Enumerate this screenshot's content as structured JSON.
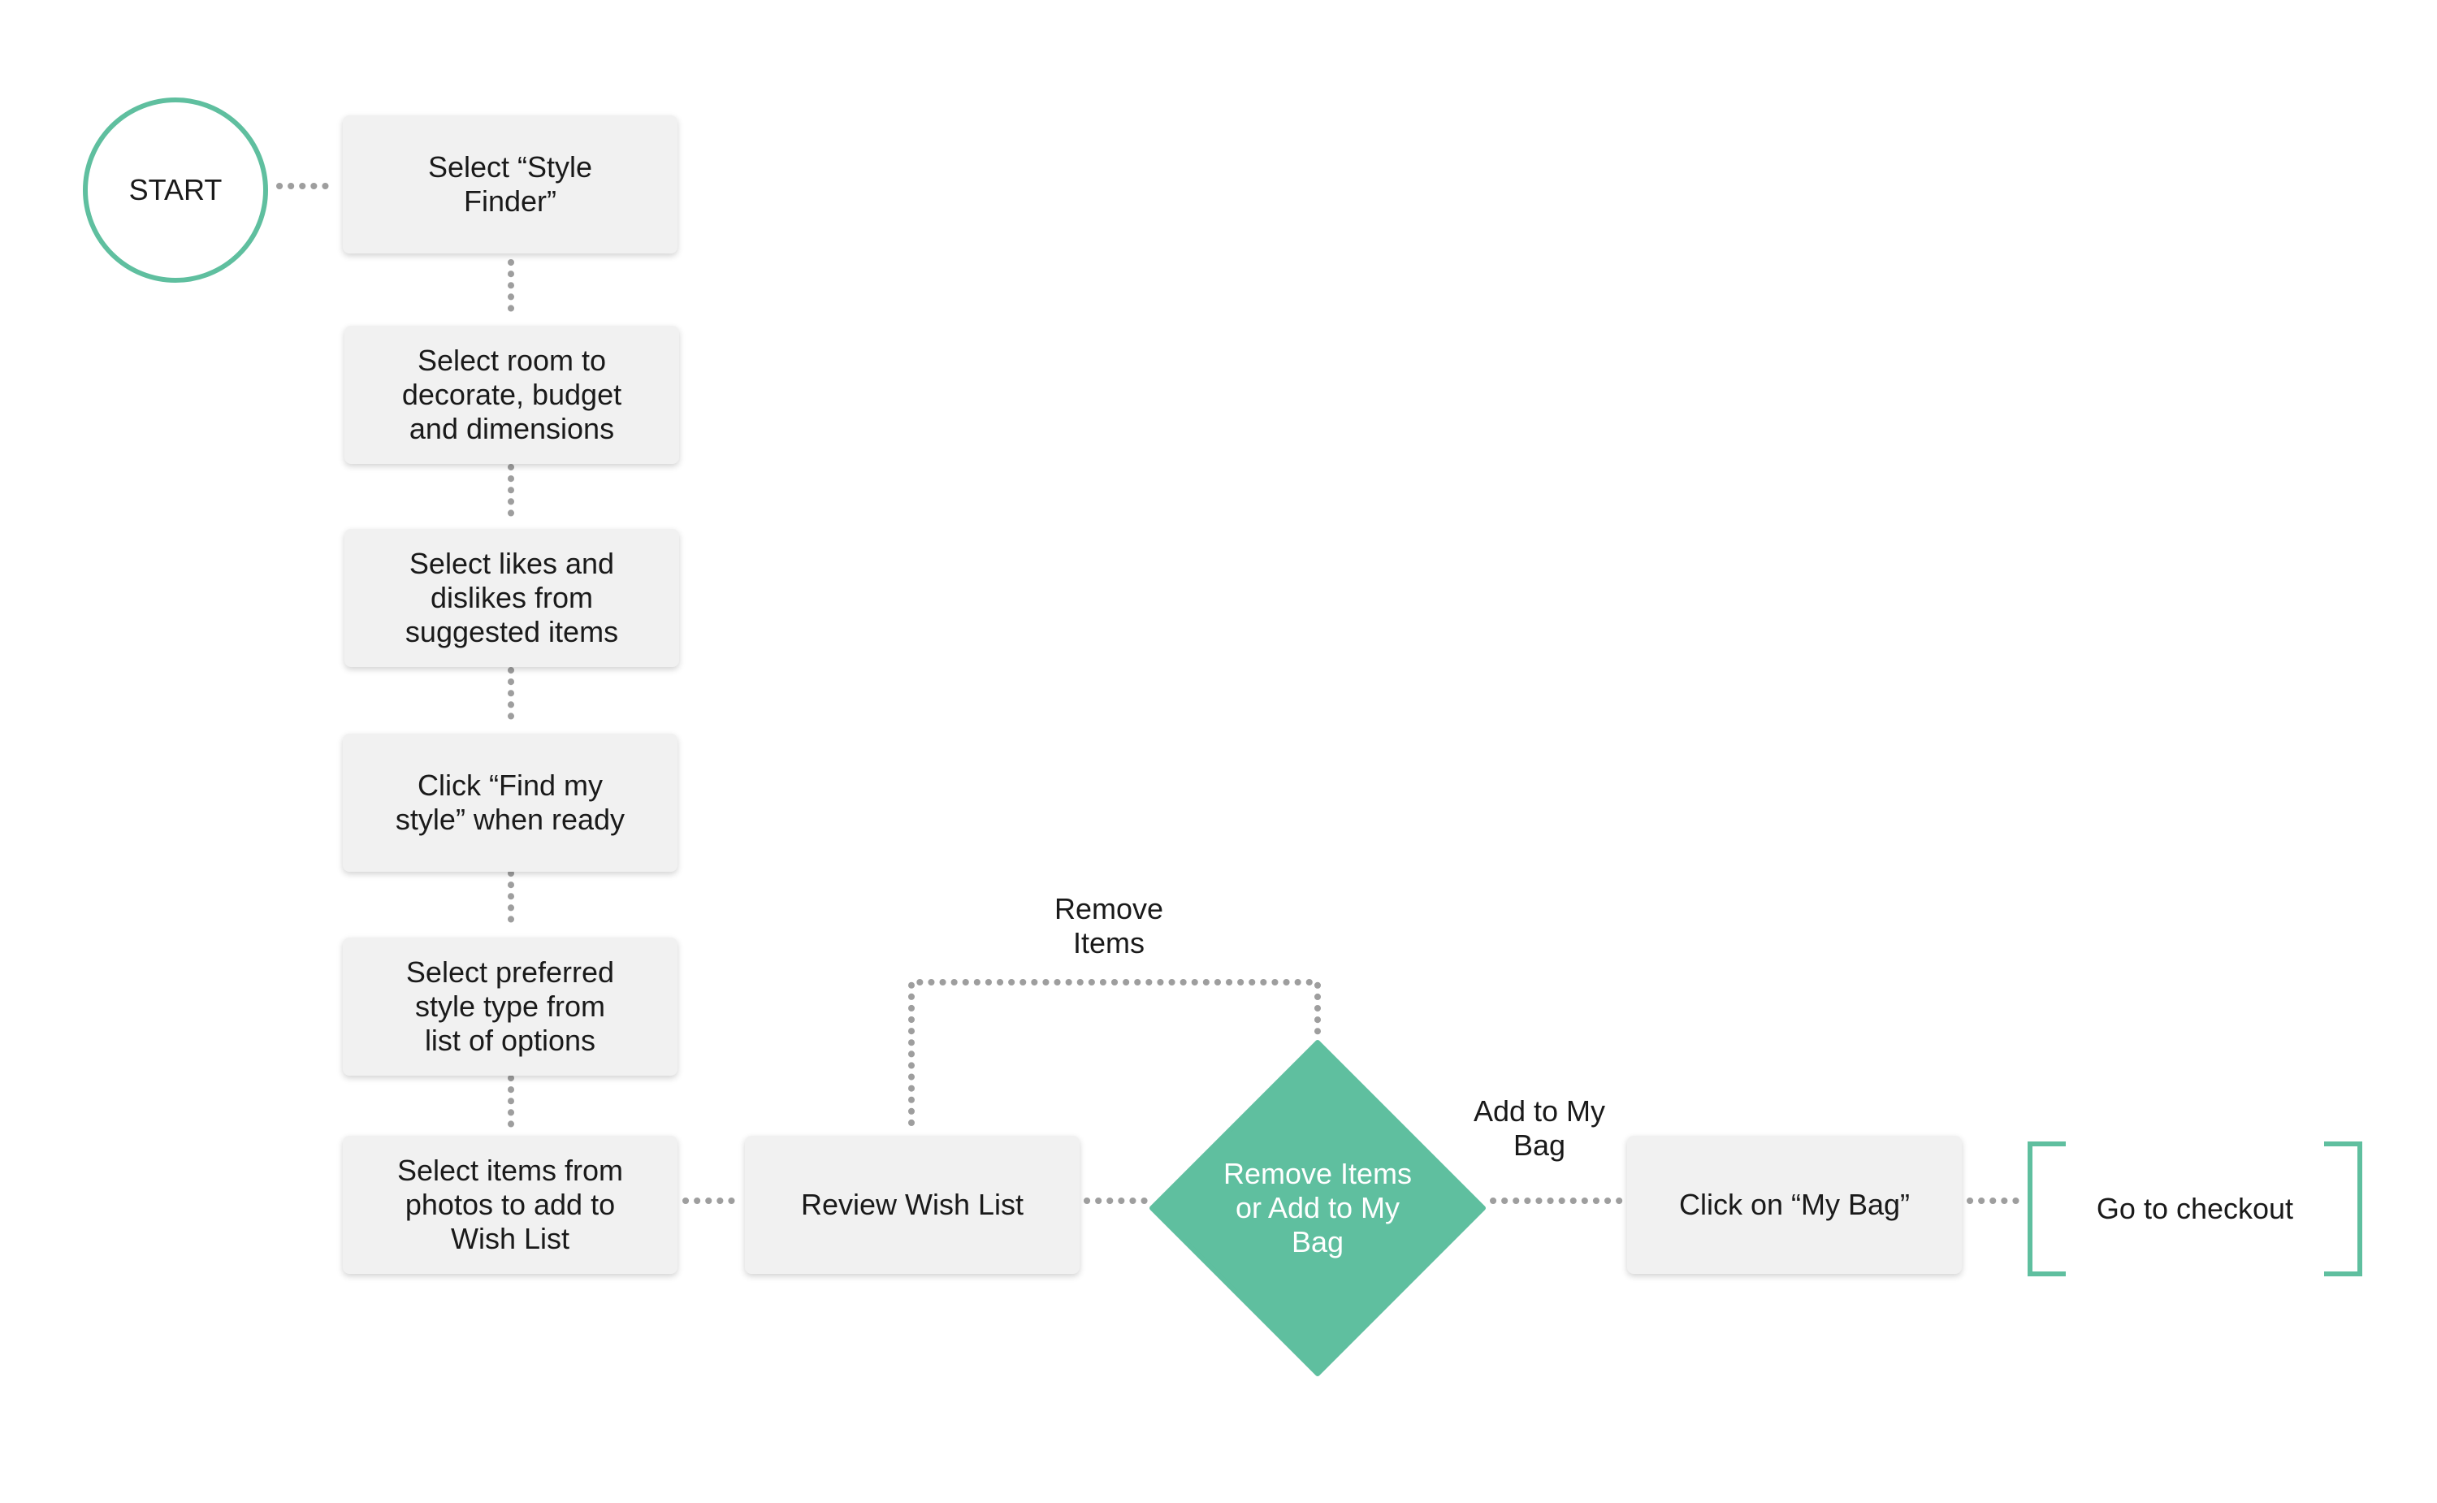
{
  "start": {
    "label": "START"
  },
  "steps": {
    "style_finder": "Select “Style Finder”",
    "room": "Select room to decorate, budget and dimensions",
    "likes": "Select likes and dislikes from suggested items",
    "find_style": "Click “Find my style” when ready",
    "style_type": "Select preferred style type from list of options",
    "select_items": "Select items from photos to add to Wish List",
    "review": "Review Wish List",
    "my_bag": "Click on “My Bag”"
  },
  "decision": {
    "label": "Remove Items or Add to My Bag"
  },
  "edges": {
    "remove_items": "Remove Items",
    "add_to_bag": "Add to My Bag"
  },
  "end": {
    "label": "Go to checkout"
  },
  "colors": {
    "accent": "#5fbf9f",
    "box_fill": "#f1f1f1",
    "connector": "#9e9e9e"
  }
}
